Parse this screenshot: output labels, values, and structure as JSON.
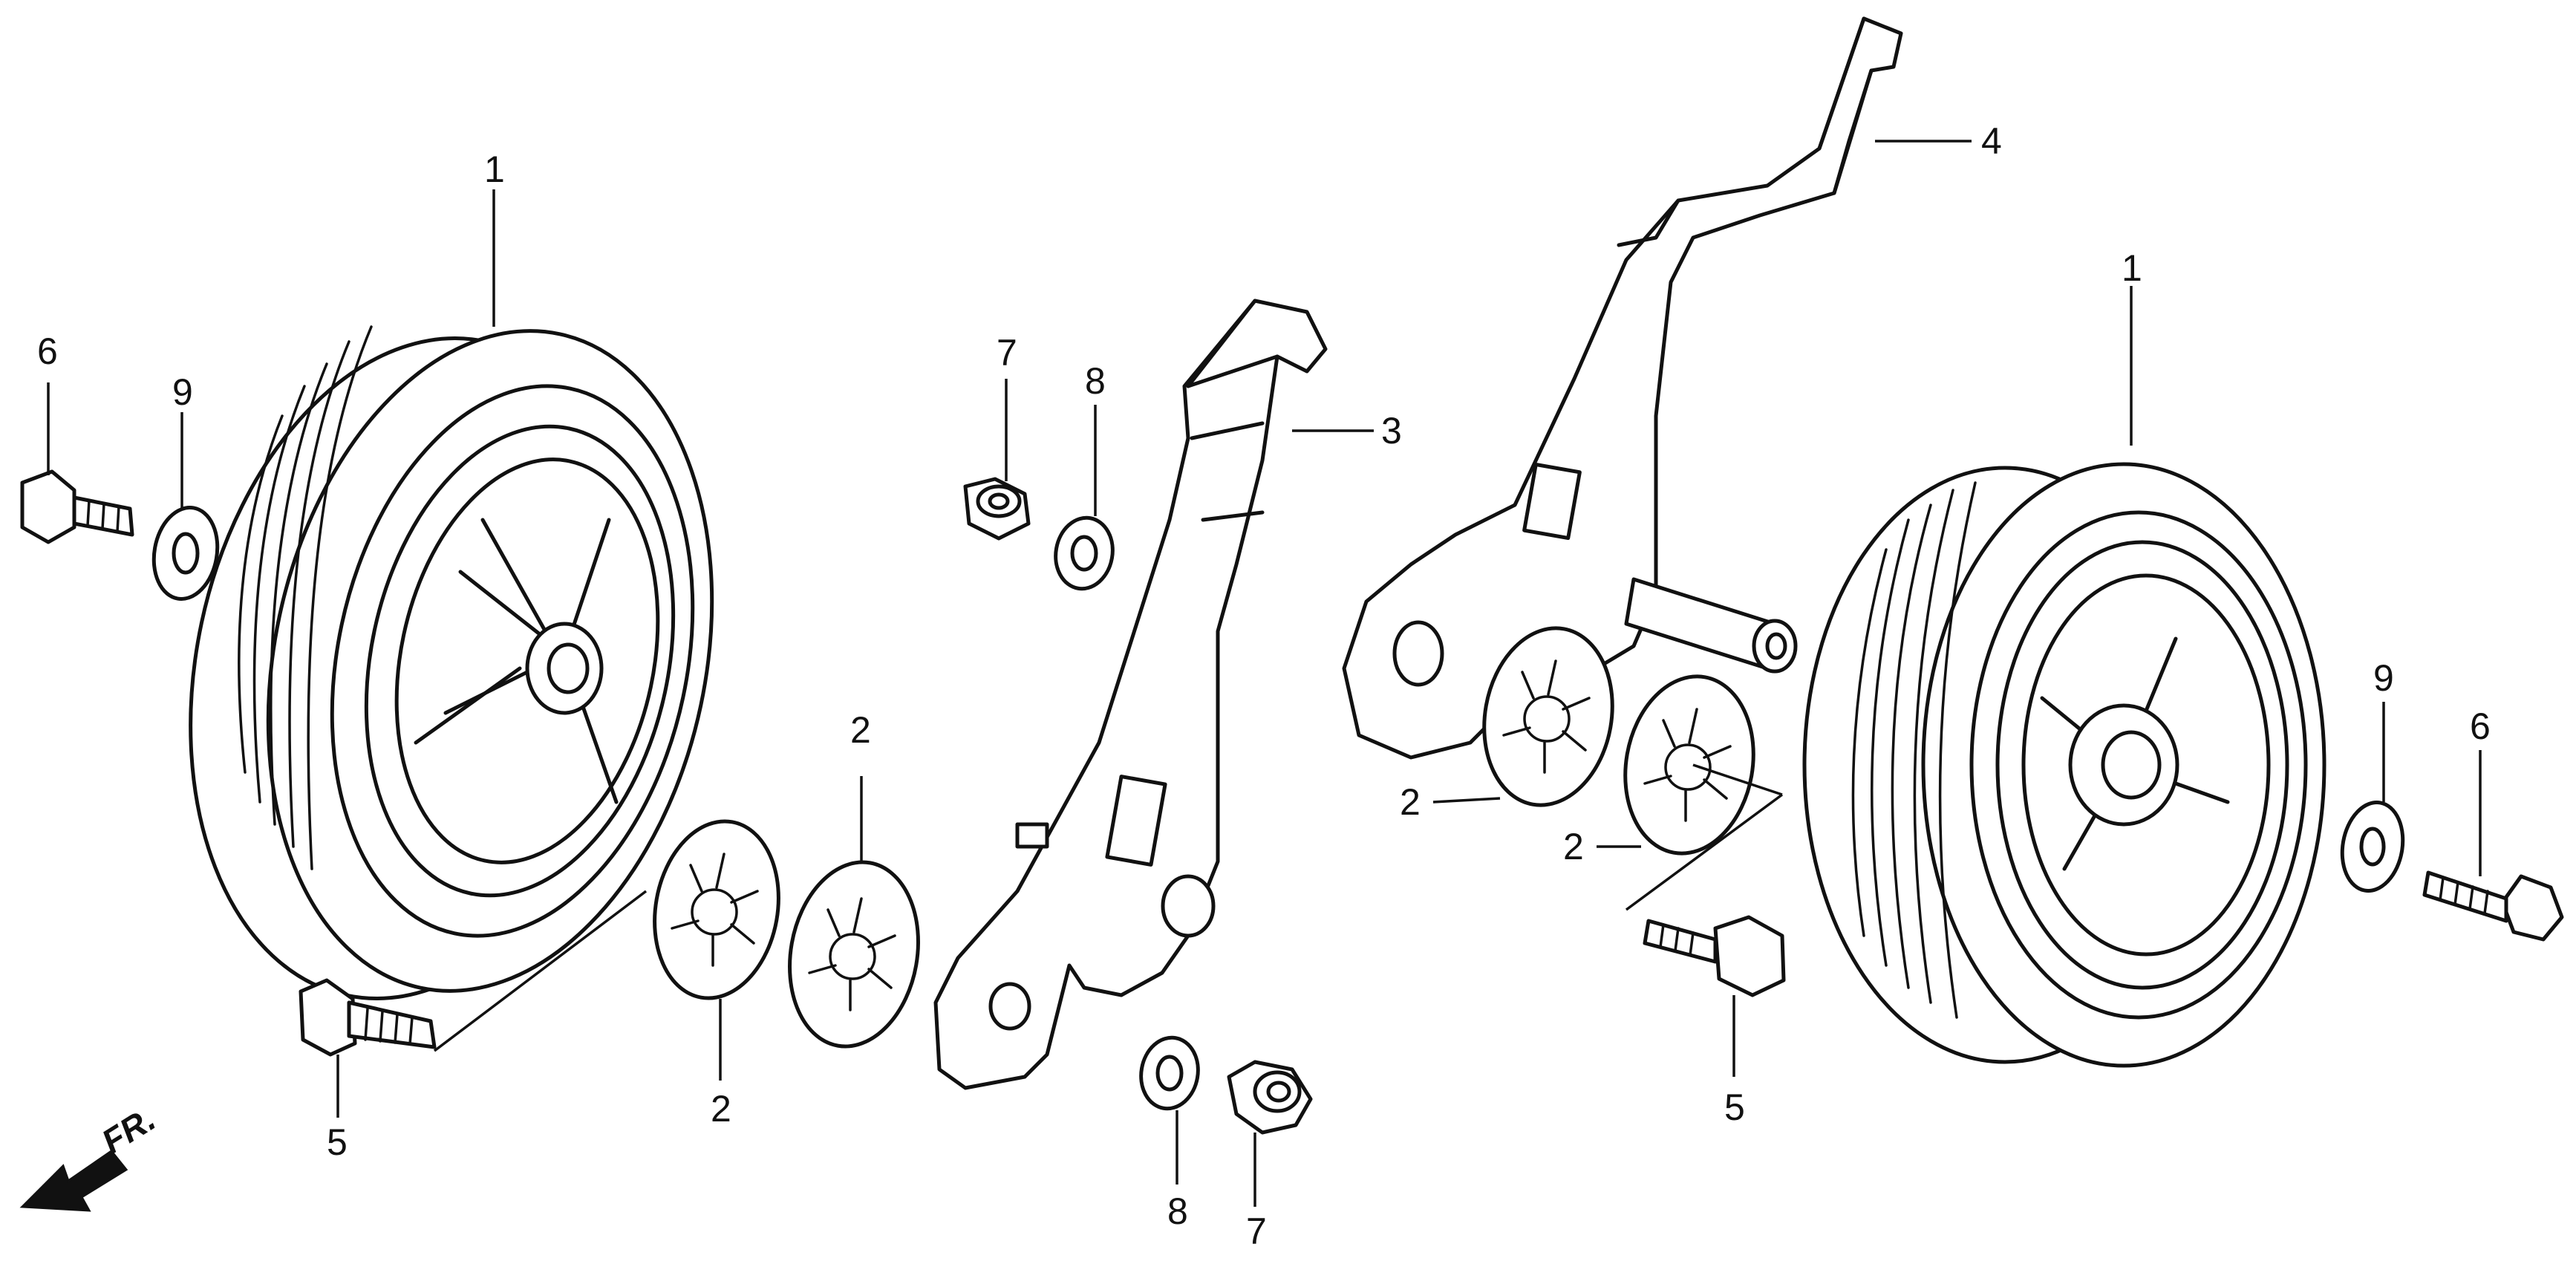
{
  "callouts": {
    "wheel_left": "1",
    "wheel_right": "1",
    "clip_left_a": "2",
    "clip_left_b": "2",
    "clip_right_a": "2",
    "clip_right_b": "2",
    "bracket_left": "3",
    "bracket_right": "4",
    "bolt_left": "5",
    "bolt_right": "5",
    "axle_bolt_left": "6",
    "axle_bolt_right": "6",
    "nut_top": "7",
    "nut_bottom": "7",
    "washer_top": "8",
    "washer_bottom": "8",
    "washer_left": "9",
    "washer_right": "9"
  },
  "front_marker": {
    "label": "FR.",
    "icon": "front-arrow-icon"
  }
}
